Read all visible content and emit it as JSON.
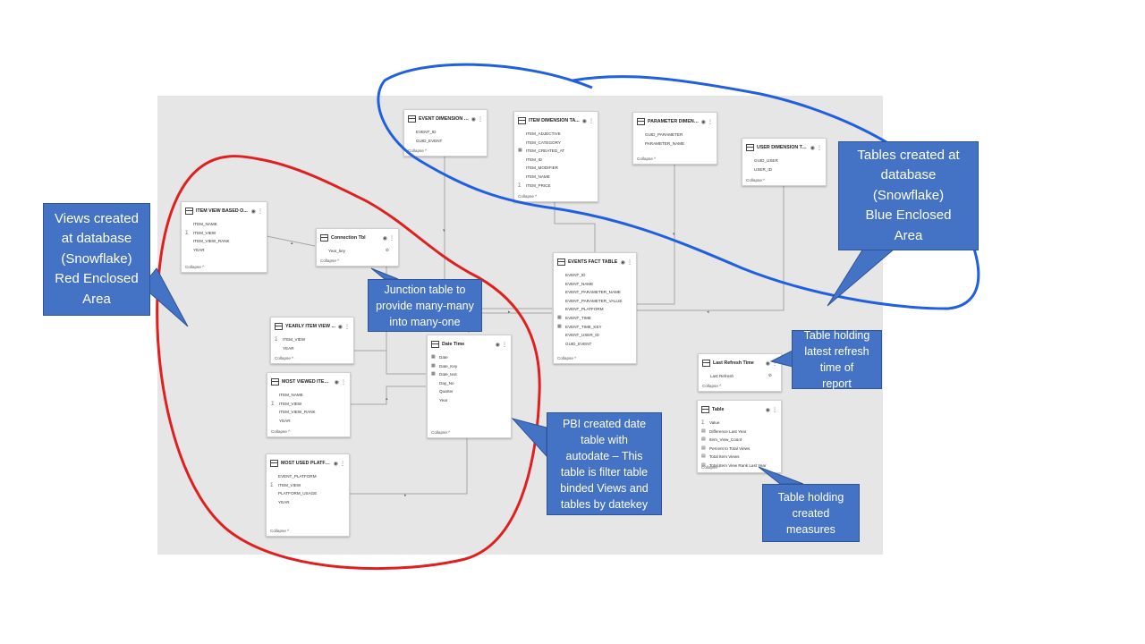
{
  "tables": [
    {
      "id": "event_dim",
      "name": "EVENT DIMENSION T...",
      "fields": [
        "EVENT_ID",
        "GUID_EVENT"
      ],
      "collapse": "Collapse"
    },
    {
      "id": "item_dim",
      "name": "ITEM DIMENSION TA...",
      "fields": [
        "ITEM_ADJECTIVE",
        "ITEM_CATEGORY",
        "ITEM_CREATED_AT",
        "ITEM_ID",
        "ITEM_MODIFIER",
        "ITEM_NAME",
        "ITEM_PRICE"
      ],
      "collapse": "Collapse"
    },
    {
      "id": "param_dim",
      "name": "PARAMETER DIMENS...",
      "fields": [
        "GUID_PARAMETER",
        "PARAMETER_NAME"
      ],
      "collapse": "Collapse"
    },
    {
      "id": "user_dim",
      "name": "USER DIMENSION TA...",
      "fields": [
        "GUID_USER",
        "USER_ID"
      ],
      "collapse": "Collapse"
    },
    {
      "id": "item_view",
      "name": "ITEM VIEW BASED O...",
      "fields": [
        "ITEM_NAME",
        "ITEM_VIEW",
        "ITEM_VIEW_RANK",
        "YEAR"
      ],
      "collapse": "Collapse"
    },
    {
      "id": "conn",
      "name": "Connection Tbl",
      "fields": [
        "Year_key"
      ],
      "collapse": "Collapse"
    },
    {
      "id": "events_fact",
      "name": "EVENTS FACT TABLE",
      "fields": [
        "EVENT_ID",
        "EVENT_NAME",
        "EVENT_PARAMETER_NAME",
        "EVENT_PARAMETER_VALUE",
        "EVENT_PLATFORM",
        "EVENT_TIME",
        "EVENT_TIME_KEY",
        "EVENT_USER_ID",
        "GUID_EVENT"
      ],
      "collapse": "Collapse"
    },
    {
      "id": "yearly",
      "name": "YEARLY ITEM VIEW ...",
      "fields": [
        "ITEM_VIEW",
        "YEAR"
      ],
      "collapse": "Collapse"
    },
    {
      "id": "date_time",
      "name": "Date Time",
      "fields": [
        "Date",
        "Date_Key",
        "Date_text",
        "Day_No",
        "Quarter",
        "Year"
      ],
      "collapse": "Collapse"
    },
    {
      "id": "most_viewed",
      "name": "MOST VIEWED ITEM ...",
      "fields": [
        "ITEM_NAME",
        "ITEM_VIEW",
        "ITEM_VIEW_RANK",
        "YEAR"
      ],
      "collapse": "Collapse"
    },
    {
      "id": "most_used",
      "name": "MOST USED PLATFO...",
      "fields": [
        "EVENT_PLATFORM",
        "ITEM_VIEW",
        "PLATFORM_USAGE",
        "YEAR"
      ],
      "collapse": "Collapse"
    },
    {
      "id": "last_refresh",
      "name": "Last Refresh Time",
      "fields": [
        "Last Refresh"
      ],
      "collapse": "Collapse"
    },
    {
      "id": "table_measures",
      "name": "Table",
      "fields": [
        "Value",
        "Difference Last Year",
        "Item_View_Count",
        "Percent to Total Views",
        "Total Item Views",
        "Total Item View Rank Last Year"
      ],
      "collapse": "Collapse"
    }
  ],
  "callouts": {
    "views": "Views created\nat database\n(Snowflake)\nRed Enclosed\nArea",
    "tables": "Tables created at\ndatabase\n(Snowflake)\nBlue Enclosed\nArea",
    "junction": "Junction table to\nprovide many-many\ninto many-one",
    "last_refresh": "Table holding\nlatest refresh\ntime of\nreport",
    "pbi_date": "PBI created date\ntable with\nautodate – This\ntable is filter table\nbinded Views and\ntables by datekey",
    "measures": "Table holding\ncreated\nmeasures"
  },
  "colors": {
    "callout_fill": "#4472c4",
    "callout_border": "#2f5597",
    "red_enclosure": "#e02020",
    "blue_enclosure": "#1f5fe0",
    "canvas": "#e6e6e6"
  },
  "icons": {
    "table": "table-icon",
    "visibility": "eye-icon",
    "more": "more-options-icon",
    "sigma": "sigma-icon",
    "calendar": "calendar-icon",
    "measure": "calculator-icon"
  }
}
